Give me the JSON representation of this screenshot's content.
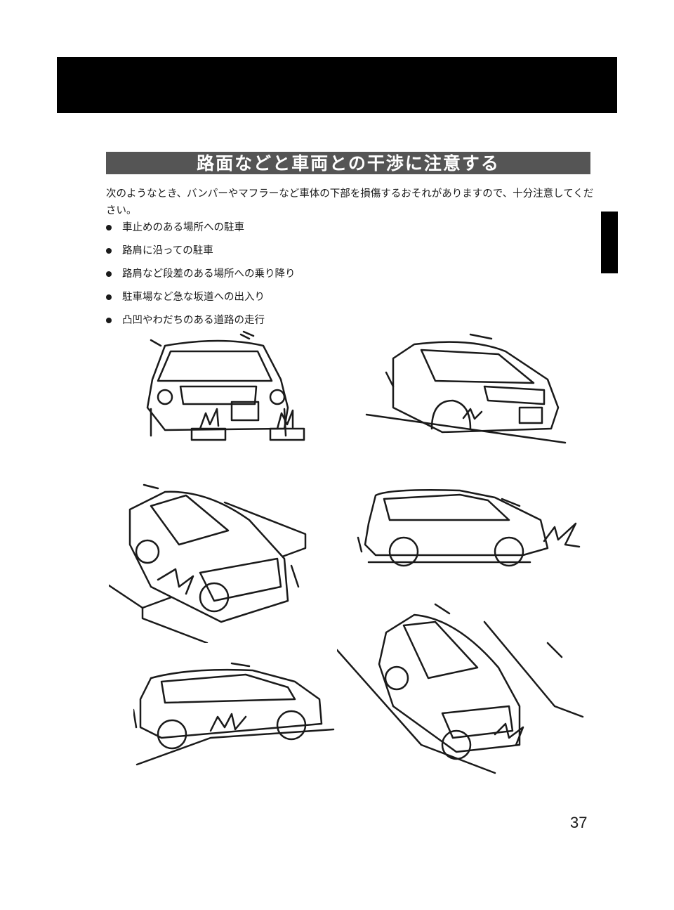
{
  "section": {
    "title": "路面などと車両との干渉に注意する",
    "intro": "次のようなとき、バンパーやマフラーなど車体の下部を損傷するおそれがありますので、十分注意してください。"
  },
  "bullets": [
    "車止めのある場所への駐車",
    "路肩に沿っての駐車",
    "路肩など段差のある場所への乗り降り",
    "駐車場など急な坂道への出入り",
    "凸凹やわだちのある道路の走行"
  ],
  "page": {
    "number": "37"
  },
  "colors": {
    "header_bar": "#000000",
    "title_band": "#555555",
    "text": "#1a1a1a"
  },
  "illustrations": [
    {
      "icon": "car-wheel-stop-icon"
    },
    {
      "icon": "car-slope-front-icon"
    },
    {
      "icon": "car-curb-icon"
    },
    {
      "icon": "car-side-bump-icon"
    },
    {
      "icon": "car-rut-icon"
    },
    {
      "icon": "car-road-edge-icon"
    }
  ]
}
